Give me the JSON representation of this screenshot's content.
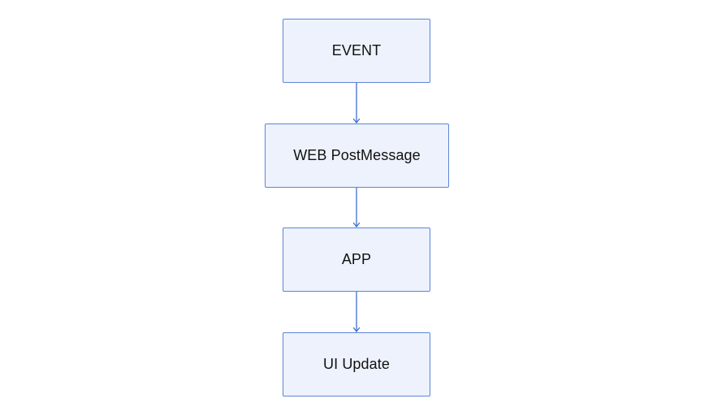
{
  "diagram": {
    "nodes": [
      {
        "id": "event",
        "label": "EVENT"
      },
      {
        "id": "web",
        "label": "WEB PostMessage"
      },
      {
        "id": "app",
        "label": "APP"
      },
      {
        "id": "ui",
        "label": "UI Update"
      }
    ],
    "edges": [
      {
        "from": "event",
        "to": "web"
      },
      {
        "from": "web",
        "to": "app"
      },
      {
        "from": "app",
        "to": "ui"
      }
    ],
    "colors": {
      "node_fill": "#edf2fc",
      "node_border": "#5b86d6",
      "edge": "#3f6fcf",
      "text": "#111111"
    }
  }
}
